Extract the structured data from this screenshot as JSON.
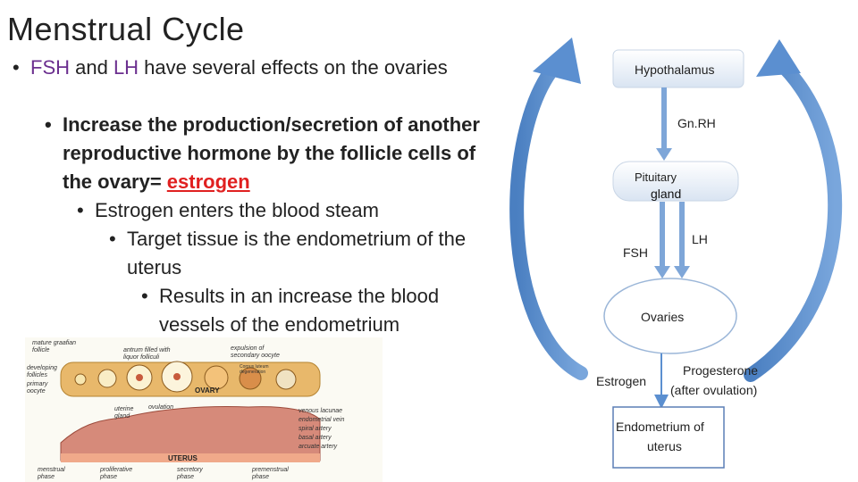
{
  "title": "Menstrual Cycle",
  "bullets": {
    "b1_part1": "FSH",
    "b1_and": " and ",
    "b1_part2": "LH",
    "b1_rest": " have several effects on the ovaries",
    "b2_text": "Increase the production/secretion of another reproductive hormone by the follicle cells of the ovary= ",
    "b2_highlight": "estrogen",
    "b3_text": "Estrogen enters the blood steam",
    "b4_text": "Target tissue is the endometrium of the uterus",
    "b5_text": "Results in an increase the blood vessels of the endometrium"
  },
  "diagram": {
    "hypothalamus": "Hypothalamus",
    "gnrh": "Gn.RH",
    "pituitary": "Pituitary",
    "gland": "gland",
    "fsh": "FSH",
    "lh": "LH",
    "ovaries": "Ovaries",
    "estrogen": "Estrogen",
    "progesterone_1": "Progesterone",
    "progesterone_2": "(after ovulation)",
    "endometrium_1": "Endometrium of",
    "endometrium_2": "uterus"
  },
  "figure": {
    "mature_graafian": [
      "mature graafian",
      "follicle"
    ],
    "antrum": [
      "antrum filled with",
      "liquor folliculi"
    ],
    "expulsion": [
      "expulsion of",
      "secondary oocyte"
    ],
    "developing": [
      "developing",
      "follicles"
    ],
    "primary_oocyte": [
      "primary",
      "oocyte"
    ],
    "ovary": "OVARY",
    "corpus_luteum": [
      "Corpus luteum",
      "degeneration"
    ],
    "uterine_gland": [
      "uterine",
      "gland"
    ],
    "ovulation": "ovulation",
    "venous_lacunae": "venous lacunae",
    "endometrial_vein": "endometrial vein",
    "spiral_artery": "spiral artery",
    "basal_artery": "basal artery",
    "arcuate_artery": "arcuate artery",
    "uterus": "UTERUS",
    "menstrual_phase": [
      "menstrual",
      "phase"
    ],
    "proliferative_phase": [
      "proliferative",
      "phase"
    ],
    "secretory_phase": [
      "secretory",
      "phase"
    ],
    "premenstrual_phase": [
      "premenstrual",
      "phase"
    ]
  }
}
